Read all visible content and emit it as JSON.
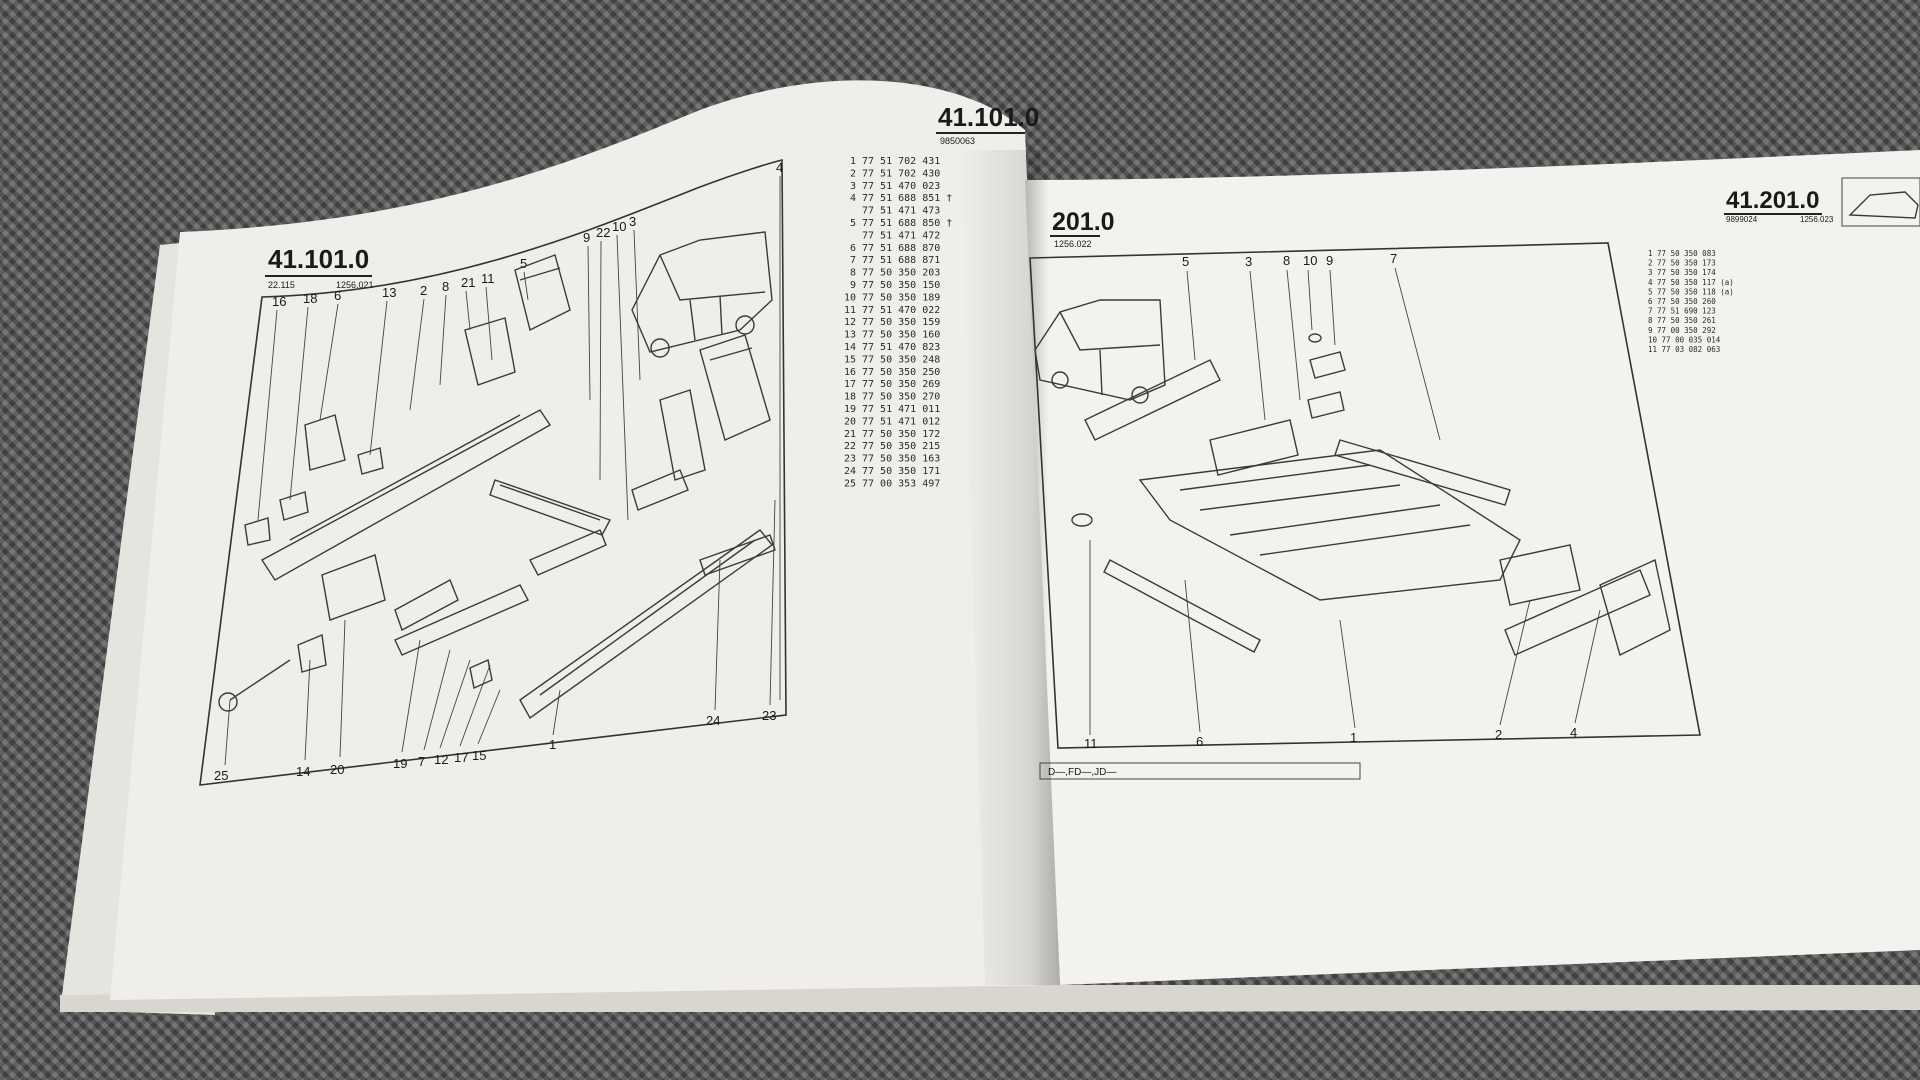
{
  "left_page": {
    "code": "41.101.0",
    "sub_left": "22.115",
    "sub_right": "1256.021",
    "top_labels": [
      "16",
      "18",
      "6",
      "13",
      "2",
      "8",
      "21",
      "11",
      "5",
      "9",
      "22",
      "10",
      "3",
      "4"
    ],
    "bottom_labels": [
      "25",
      "14",
      "20",
      "19",
      "7",
      "12",
      "17",
      "15",
      "1",
      "24",
      "23"
    ]
  },
  "parts_list": {
    "rows": [
      {
        "n": "1",
        "ref": "77 51 702 431"
      },
      {
        "n": "2",
        "ref": "77 51 702 430"
      },
      {
        "n": "3",
        "ref": "77 51 470 023"
      },
      {
        "n": "4",
        "ref": "77 51 688 851 †"
      },
      {
        "n": "",
        "ref": "77 51 471 473"
      },
      {
        "n": "5",
        "ref": "77 51 688 850 †"
      },
      {
        "n": "",
        "ref": "77 51 471 472"
      },
      {
        "n": "6",
        "ref": "77 51 688 870"
      },
      {
        "n": "7",
        "ref": "77 51 688 871"
      },
      {
        "n": "8",
        "ref": "77 50 350 203"
      },
      {
        "n": "9",
        "ref": "77 50 350 150"
      },
      {
        "n": "10",
        "ref": "77 50 350 189"
      },
      {
        "n": "11",
        "ref": "77 51 470 022"
      },
      {
        "n": "12",
        "ref": "77 50 350 159"
      },
      {
        "n": "13",
        "ref": "77 50 350 160"
      },
      {
        "n": "14",
        "ref": "77 51 470 823"
      },
      {
        "n": "15",
        "ref": "77 50 350 248"
      },
      {
        "n": "16",
        "ref": "77 50 350 250"
      },
      {
        "n": "17",
        "ref": "77 50 350 269"
      },
      {
        "n": "18",
        "ref": "77 50 350 270"
      },
      {
        "n": "19",
        "ref": "77 51 471 011"
      },
      {
        "n": "20",
        "ref": "77 51 471 012"
      },
      {
        "n": "21",
        "ref": "77 50 350 172"
      },
      {
        "n": "22",
        "ref": "77 50 350 215"
      },
      {
        "n": "23",
        "ref": "77 50 350 163"
      },
      {
        "n": "24",
        "ref": "77 50 350 171"
      },
      {
        "n": "25",
        "ref": "77 00 353 497"
      }
    ]
  },
  "mid_header": {
    "code": "41.101.0",
    "sub": "9850063"
  },
  "right_page": {
    "code_partial": "201.0",
    "code_sub": "1256.022",
    "code": "41.201.0",
    "sub_left": "9899024",
    "sub_right": "1256.023",
    "top_labels": [
      "5",
      "3",
      "8",
      "10",
      "9",
      "7"
    ],
    "bottom_labels": [
      "11",
      "6",
      "1",
      "2",
      "4"
    ],
    "footer_text": "D—,FD—,JD—",
    "small_list": [
      "1 77 50 350 083",
      "2 77 50 350 173",
      "3 77 50 350 174",
      "4 77 50 350 117 (a)",
      "5 77 50 350 118 (a)",
      "6 77 50 350 260",
      "7 77 51 690 123",
      "8 77 50 350 261",
      "9 77 00 350 292",
      "10 77 00 035 014",
      "11 77 03 082 063"
    ]
  }
}
